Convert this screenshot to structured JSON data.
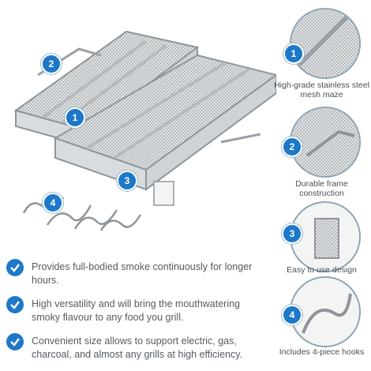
{
  "product": {
    "callouts": [
      {
        "number": "1"
      },
      {
        "number": "2"
      },
      {
        "number": "3"
      },
      {
        "number": "4"
      }
    ]
  },
  "side_callouts": [
    {
      "number": "1",
      "label": "High-grade stainless steel mesh maze",
      "icon": "mesh-maze-closeup-icon"
    },
    {
      "number": "2",
      "label": "Durable frame construction",
      "icon": "frame-corner-icon"
    },
    {
      "number": "3",
      "label": "Easy to use design",
      "icon": "mesh-box-icon"
    },
    {
      "number": "4",
      "label": "Includes 4-piece hooks",
      "icon": "hook-icon"
    }
  ],
  "features": [
    {
      "text": "Provides full-bodied smoke continuously for longer hours.",
      "icon": "check-icon"
    },
    {
      "text": "High versatility and will bring the mouthwatering smoky flavour to any food you grill.",
      "icon": "check-icon"
    },
    {
      "text": "Convenient size allows to support electric, gas, charcoal, and almost any grills at high efficiency.",
      "icon": "check-icon"
    }
  ],
  "colors": {
    "accent": "#1e78c8",
    "text": "#555b61",
    "circle_border": "#8ea4b3"
  }
}
